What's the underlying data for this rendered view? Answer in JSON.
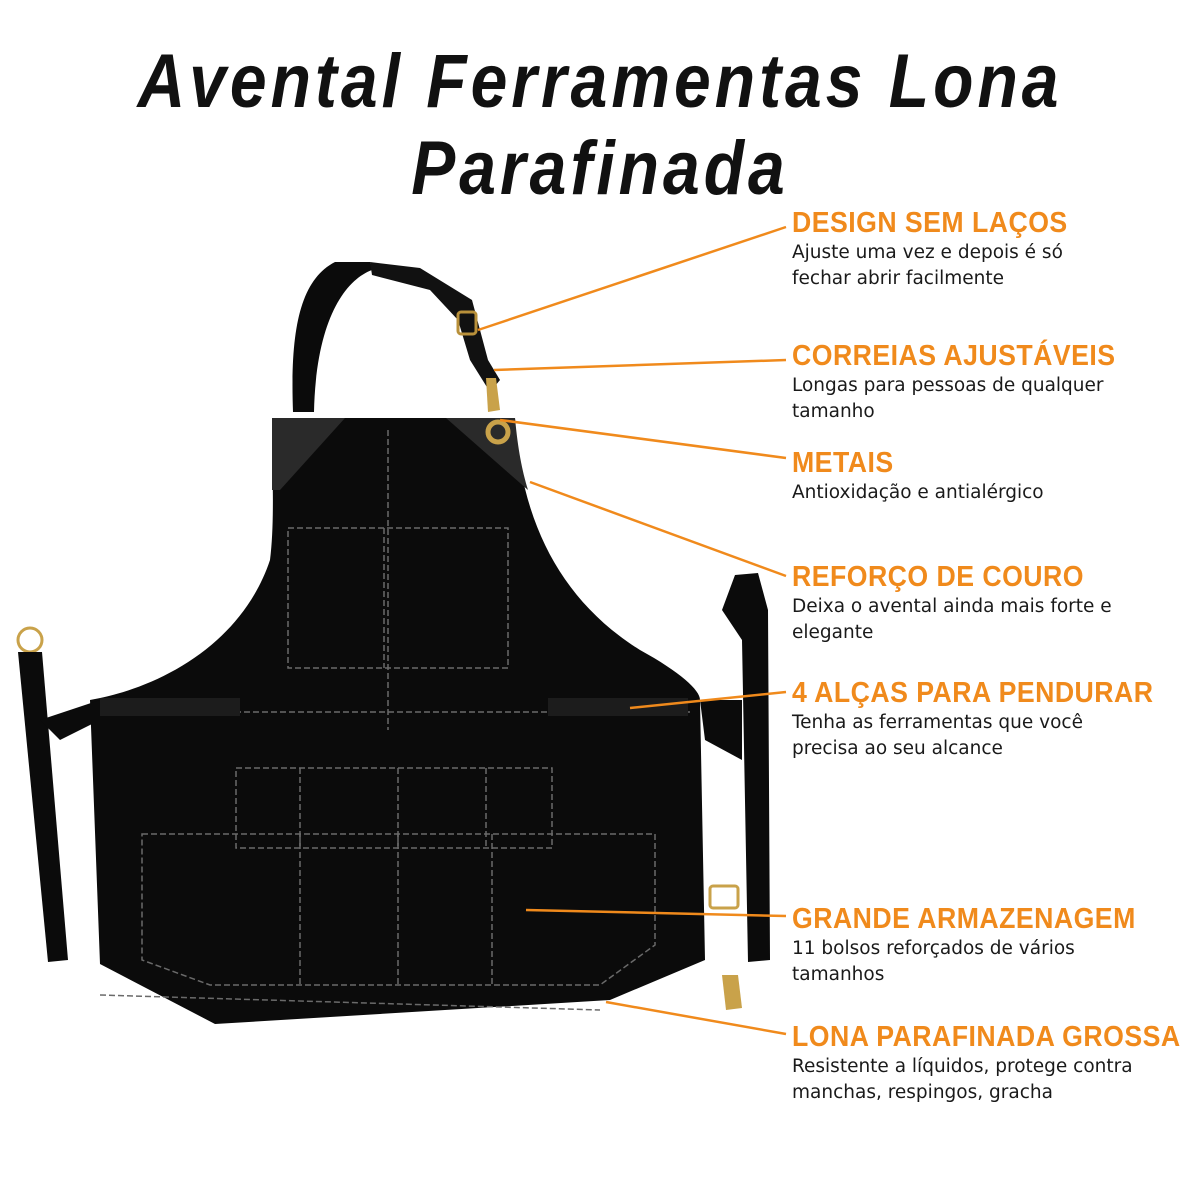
{
  "title": "Avental Ferramentas Lona Parafinada",
  "colors": {
    "accent": "#f08a1c",
    "apron": "#0b0b0b",
    "leather": "#2a2a2a",
    "brass": "#b8903a"
  },
  "features": [
    {
      "title": "DESIGN SEM LAÇOS",
      "desc": "Ajuste uma vez e depois é só fechar abrir facilmente"
    },
    {
      "title": "CORREIAS AJUSTÁVEIS",
      "desc": "Longas para pessoas de qualquer tamanho"
    },
    {
      "title": "METAIS",
      "desc": "Antioxidação e antialérgico"
    },
    {
      "title": "REFORÇO DE COURO",
      "desc": "Deixa o avental ainda mais forte e elegante"
    },
    {
      "title": "4 ALÇAS PARA PENDURAR",
      "desc": "Tenha as ferramentas que você precisa ao seu alcance"
    },
    {
      "title": "GRANDE ARMAZENAGEM",
      "desc": "11 bolsos reforçados de vários tamanhos"
    },
    {
      "title": "LONA PARAFINADA GROSSA",
      "desc": "Resistente a líquidos, protege contra manchas, respingos, gracha"
    }
  ]
}
